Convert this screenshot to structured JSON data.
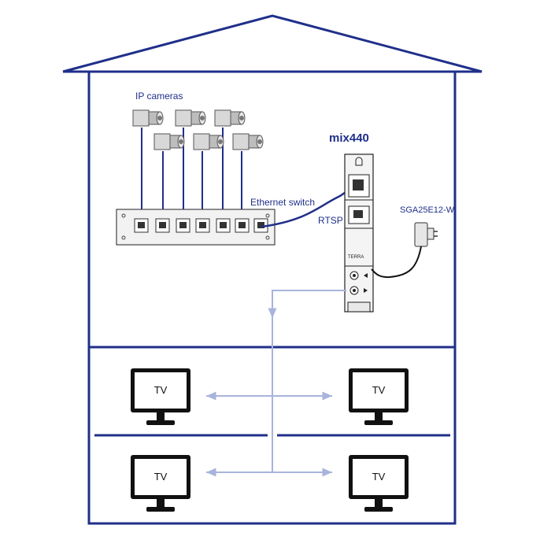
{
  "labels": {
    "ip_cameras": "IP cameras",
    "ethernet_switch": "Ethernet switch",
    "rtsp": "RTSP",
    "device": "mix440",
    "power_supply": "SGA25E12-W",
    "device_brand": "TERRA"
  },
  "tvs": [
    {
      "label": "TV"
    },
    {
      "label": "TV"
    },
    {
      "label": "TV"
    },
    {
      "label": "TV"
    }
  ],
  "colors": {
    "house": "#1f2f8a",
    "cable": "#1f2f8a",
    "coax": "#a9b4dc",
    "device_outline": "#222222"
  }
}
